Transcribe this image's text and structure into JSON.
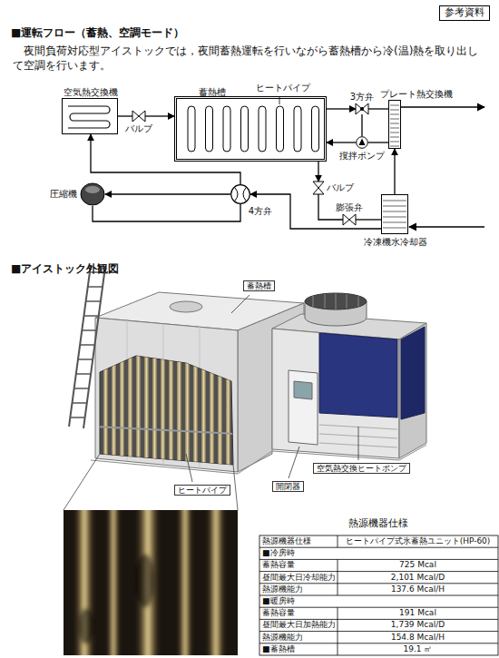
{
  "diagram": {
    "nodes": [
      {
        "text": [
          "参考資料"
        ]
      },
      {
        "text": [
          "空気熱交換機"
        ]
      },
      {
        "text": [
          "蓄熱槽"
        ]
      },
      {
        "text": [
          "3方弁"
        ]
      },
      {
        "text": [
          "プレート熱交換機"
        ]
      },
      {
        "text": [
          "撹拌ポンプ"
        ]
      },
      {
        "text": [
          "バルブ"
        ]
      },
      {
        "text": [
          "バルブ"
        ]
      },
      {
        "text": [
          "膨張弁"
        ]
      },
      {
        "text": [
          "冷凍機水冷却器"
        ]
      },
      {
        "text": [
          "圧縮機"
        ]
      },
      {
        "text": [
          "4方弁"
        ]
      }
    ],
    "edges": [
      {
        "from": 1,
        "to": 6,
        "arrow": "none"
      },
      {
        "from": 6,
        "to": 2,
        "arrow": "to"
      },
      {
        "from": 2,
        "to": 3,
        "arrow": "to"
      },
      {
        "from": 3,
        "to": 4,
        "arrow": "none"
      },
      {
        "from": 3,
        "to": 5,
        "arrow": "none"
      },
      {
        "from": 4,
        "to": 5,
        "arrow": "none"
      },
      {
        "from": 5,
        "to": 2,
        "arrow": "to"
      },
      {
        "from": 2,
        "to": 7,
        "arrow": "to"
      },
      {
        "from": 7,
        "to": 8,
        "arrow": "none"
      },
      {
        "from": 8,
        "to": 9,
        "arrow": "none"
      },
      {
        "from": 9,
        "to": 4,
        "arrow": "to"
      },
      {
        "from": 9,
        "to": 11,
        "arrow": "to"
      },
      {
        "from": 11,
        "to": 10,
        "arrow": "to"
      },
      {
        "from": 10,
        "to": 11,
        "arrow": "none"
      },
      {
        "from": 11,
        "to": 1,
        "arrow": "to"
      }
    ],
    "labels": [
      "■運転フロー（蓄熱、空調モード）",
      "夜間負荷対応型アイストックでは，夜間蓄熱運転を行いながら蓄熱槽から冷(温)熱を取り出して空調を行います。",
      "ヒートパイプ",
      "■アイストック外観図",
      "蓄熱槽",
      "空気熱交換ヒートポンプ",
      "開閉器",
      "ヒートパイプ",
      "熱源機器仕様",
      "熱源機器仕様",
      "ヒートパイプ式氷蓄熱ユニット(HP-60)",
      "■冷房時",
      "蓄熱容量",
      "725 Mcal",
      "昼間最大日冷却能力",
      "2,101 Mcal/D",
      "熱源機能力",
      "137.6 Mcal/H",
      "■暖房時",
      "蓄熱容量",
      "191 Mcal",
      "昼間最大日加熱能力",
      "1,739 Mcal/D",
      "熱源機能力",
      "154.8 Mcal/H",
      "■蓄熱槽",
      "19.1 ㎥"
    ]
  }
}
